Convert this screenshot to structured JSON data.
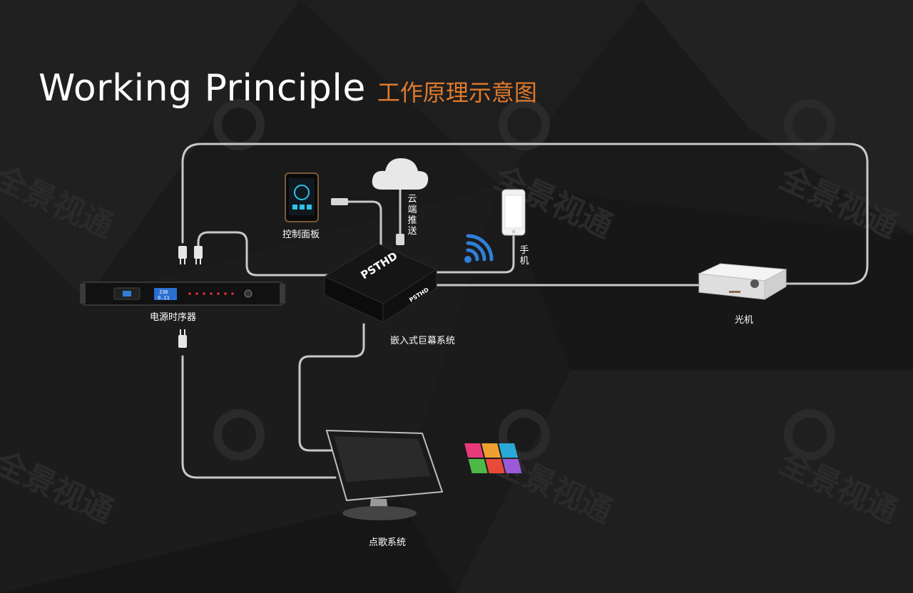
{
  "title": {
    "en": "Working Principle",
    "zh": "工作原理示意图"
  },
  "watermark": "全景视通",
  "colors": {
    "background": "#1a1a1a",
    "cable": "#c8c8c8",
    "accent": "#e07a2c",
    "wifi": "#2f7fd8",
    "text": "#ffffff"
  },
  "brand": "PSTHD",
  "devices": {
    "control_panel": "控制面板",
    "cloud": "云端推送",
    "phone": "手机",
    "power_sequencer": "电源时序器",
    "embedded_system": "嵌入式巨幕系统",
    "projector": "光机",
    "song_system": "点歌系统"
  },
  "power_display": {
    "line1": "236",
    "line2": "0.11"
  }
}
